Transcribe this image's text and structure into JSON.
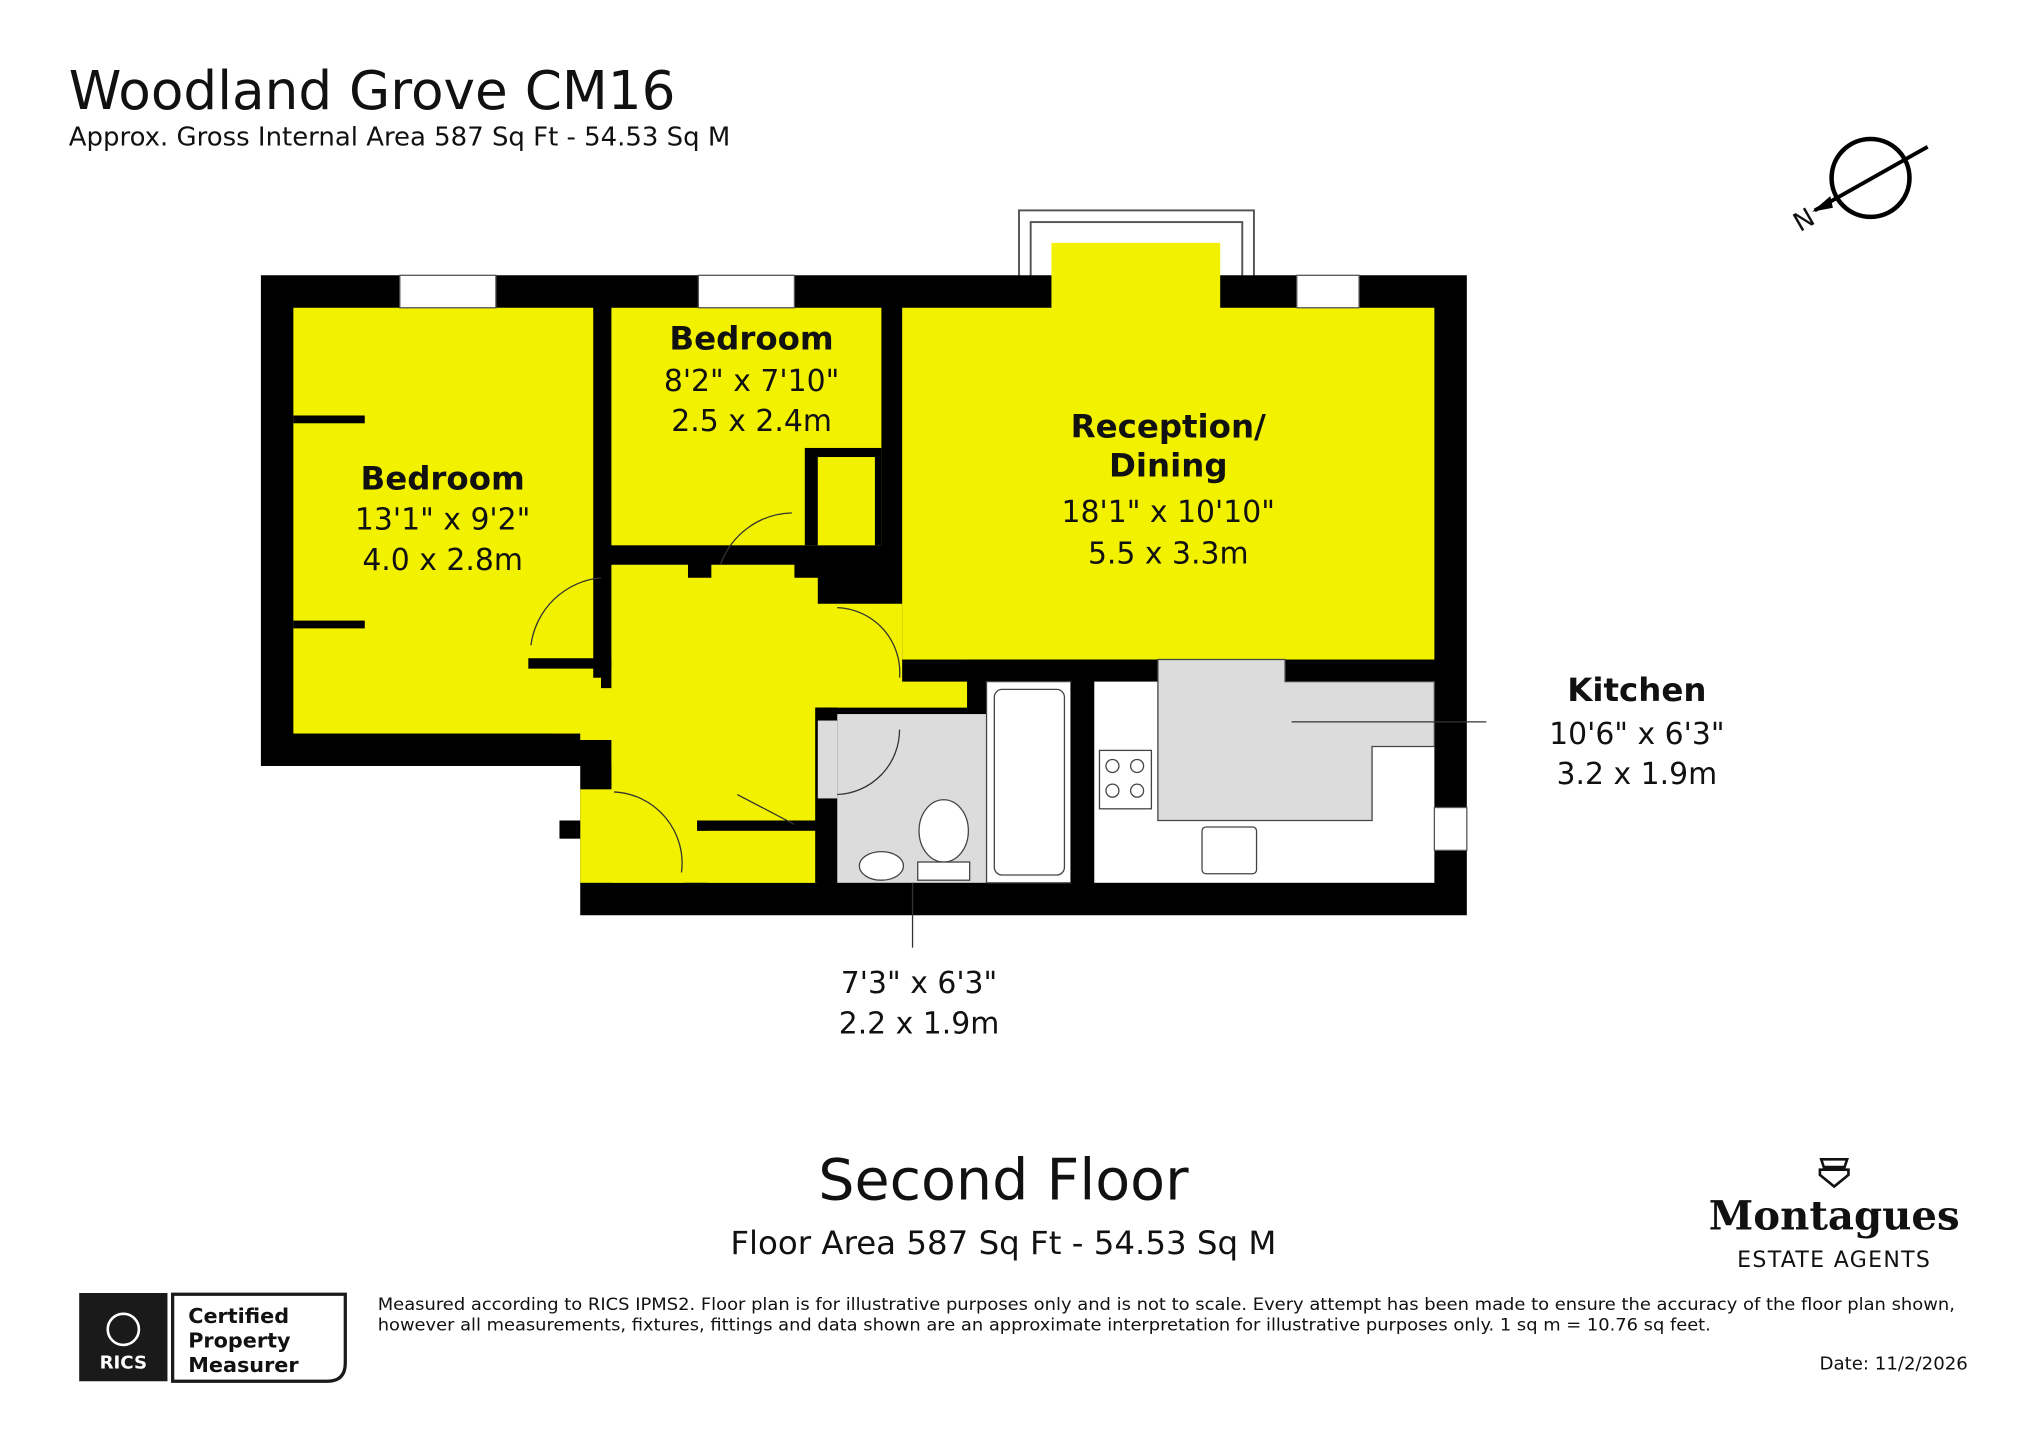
{
  "header": {
    "title": "Woodland Grove CM16",
    "subtitle": "Approx. Gross Internal Area 587 Sq Ft - 54.53 Sq M"
  },
  "rooms": [
    {
      "name": "Bedroom",
      "imperial": "13'1\" x 9'2\"",
      "metric": "4.0 x 2.8m"
    },
    {
      "name": "Bedroom",
      "imperial": "8'2\" x 7'10\"",
      "metric": "2.5 x 2.4m"
    },
    {
      "name_line1": "Reception/",
      "name_line2": "Dining",
      "imperial": "18'1\" x 10'10\"",
      "metric": "5.5 x 3.3m"
    },
    {
      "name": "Kitchen",
      "imperial": "10'6\" x 6'3\"",
      "metric": "3.2 x 1.9m"
    },
    {
      "imperial": "7'3\" x 6'3\"",
      "metric": "2.2 x 1.9m"
    }
  ],
  "compass": {
    "label": "N"
  },
  "colors": {
    "room_fill": "#f2f200",
    "wall": "#000000",
    "service_fill": "#dcdcdc"
  },
  "footer": {
    "floor_title": "Second Floor",
    "floor_area": "Floor Area 587 Sq Ft - 54.53 Sq M",
    "brand_name": "Montagues",
    "brand_tagline": "ESTATE AGENTS",
    "rics_badge": "RICS",
    "cert_line1": "Certified",
    "cert_line2": "Property",
    "cert_line3": "Measurer",
    "disclaimer_line1": "Measured according to RICS IPMS2. Floor plan is for illustrative purposes only and is not to scale. Every attempt has been made to ensure the accuracy of the floor plan shown,",
    "disclaimer_line2": "however all measurements, fixtures, fittings and data shown are an approximate interpretation for illustrative purposes only. 1 sq m = 10.76 sq feet.",
    "date": "Date: 11/2/2026"
  }
}
